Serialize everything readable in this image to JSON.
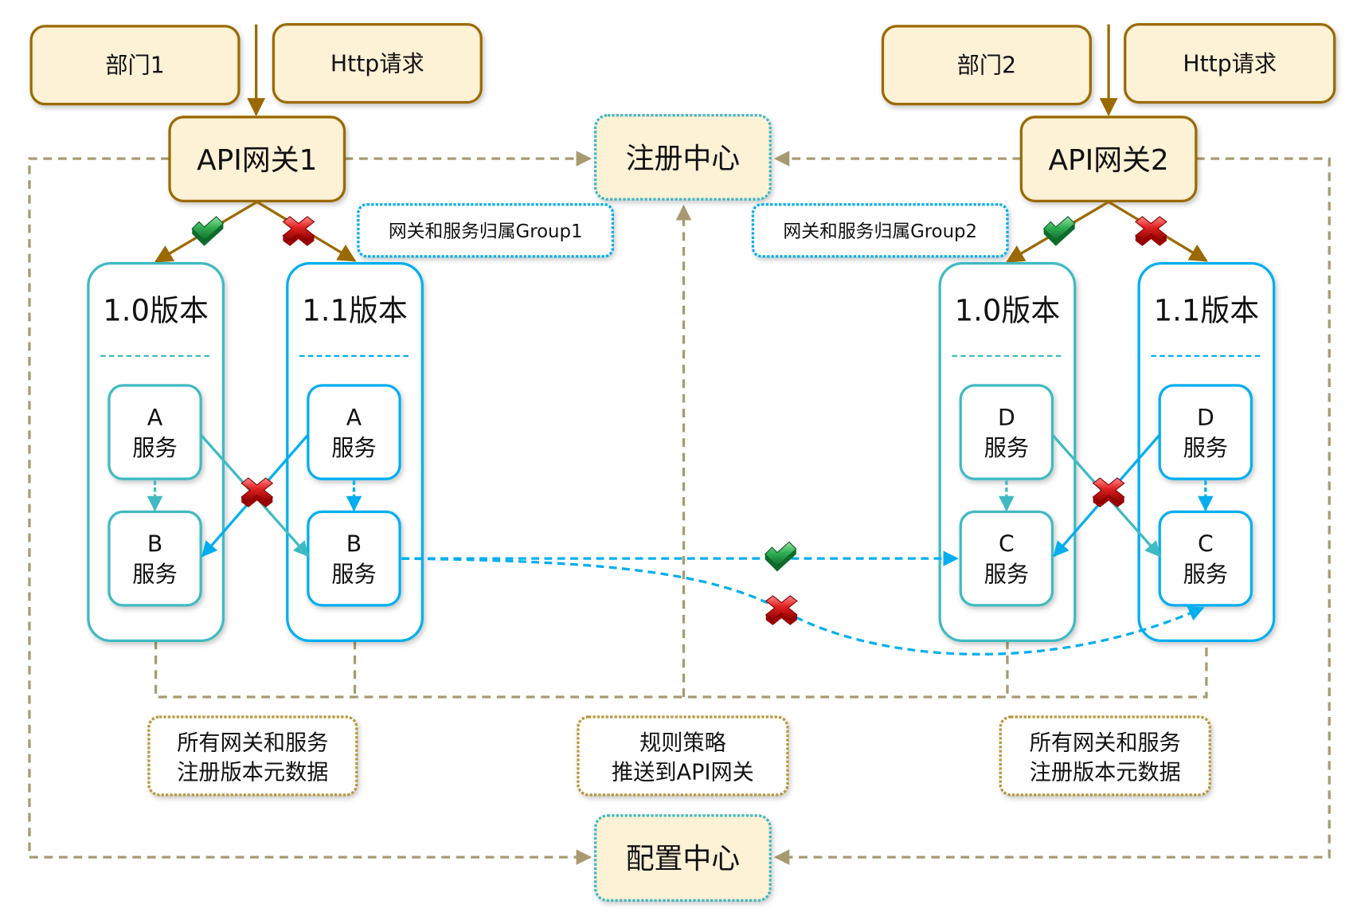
{
  "diagram": {
    "title": "",
    "colors": {
      "gateway_fill": "#fdf1d6",
      "gateway_stroke": "#9a6a00",
      "center_fill": "#fdf1d6",
      "center_stroke": "#3fb8c0",
      "gray_dash": "#a89a70",
      "blue": "#00aeef",
      "teal": "#3fbac2",
      "note_stroke_gold": "#b8963a",
      "check_green": "#2a9a4a",
      "cross_red": "#d01818"
    },
    "top_nodes": {
      "dept1": "部门1",
      "http1": "Http请求",
      "dept2": "部门2",
      "http2": "Http请求"
    },
    "gateways": {
      "gw1": "API网关1",
      "gw2": "API网关2"
    },
    "centers": {
      "registry": "注册中心",
      "config": "配置中心"
    },
    "group_labels": {
      "group1": "网关和服务归属Group1",
      "group2": "网关和服务归属Group2"
    },
    "versions": {
      "left_v10": {
        "title": "1.0版本",
        "services": [
          {
            "letter": "A",
            "label": "服务"
          },
          {
            "letter": "B",
            "label": "服务"
          }
        ]
      },
      "left_v11": {
        "title": "1.1版本",
        "services": [
          {
            "letter": "A",
            "label": "服务"
          },
          {
            "letter": "B",
            "label": "服务"
          }
        ]
      },
      "right_v10": {
        "title": "1.0版本",
        "services": [
          {
            "letter": "D",
            "label": "服务"
          },
          {
            "letter": "C",
            "label": "服务"
          }
        ]
      },
      "right_v11": {
        "title": "1.1版本",
        "services": [
          {
            "letter": "D",
            "label": "服务"
          },
          {
            "letter": "C",
            "label": "服务"
          }
        ]
      }
    },
    "notes": {
      "left": [
        "所有网关和服务",
        "注册版本元数据"
      ],
      "middle": [
        "规则策略",
        "推送到API网关"
      ],
      "right": [
        "所有网关和服务",
        "注册版本元数据"
      ]
    },
    "status_marks": {
      "gw1_to_v10": "allowed",
      "gw1_to_v11": "blocked",
      "gw2_to_v10": "allowed",
      "gw2_to_v11": "blocked",
      "left_cross_version": "blocked",
      "right_cross_version": "blocked",
      "cross_group_to_v10": "allowed",
      "cross_group_to_v11": "blocked"
    }
  }
}
